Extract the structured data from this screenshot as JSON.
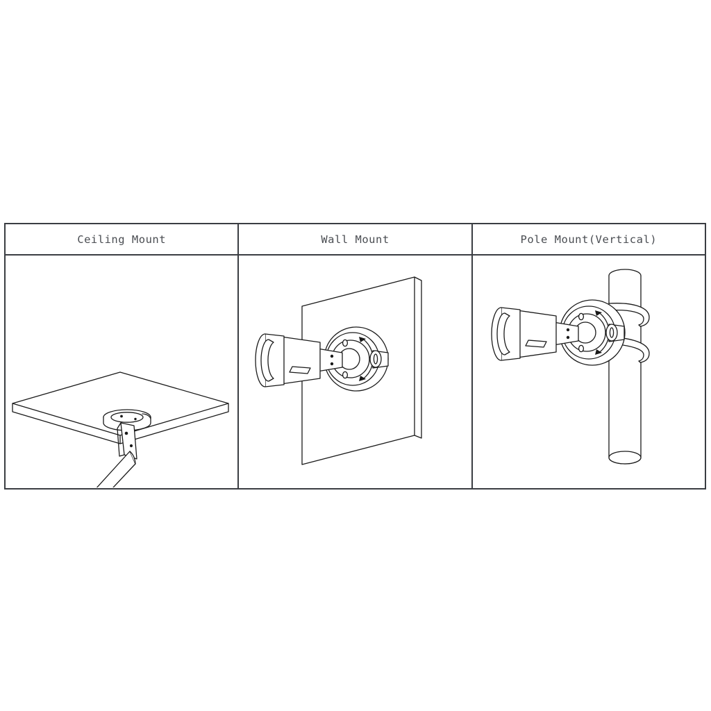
{
  "figure": {
    "type": "installation-diagram",
    "subject": "bullet security camera mounting options",
    "background_color": "#ffffff",
    "line_color": "#1a1a1a",
    "border_color": "#3a3d42",
    "text_color": "#4a4d52"
  },
  "table": {
    "columns": [
      {
        "id": "ceiling",
        "header": "Ceiling Mount",
        "illustration": "bullet camera suspended beneath a flat square ceiling slab on a round ceiling plate and bracket arm"
      },
      {
        "id": "wall",
        "header": "Wall Mount",
        "illustration": "bullet camera projecting horizontally from a round junction box fixed to a flat vertical wall panel"
      },
      {
        "id": "pole",
        "header": "Pole Mount(Vertical)",
        "illustration": "bullet camera on a round junction box strapped to a vertical cylindrical pole with two clamp bands"
      }
    ]
  }
}
